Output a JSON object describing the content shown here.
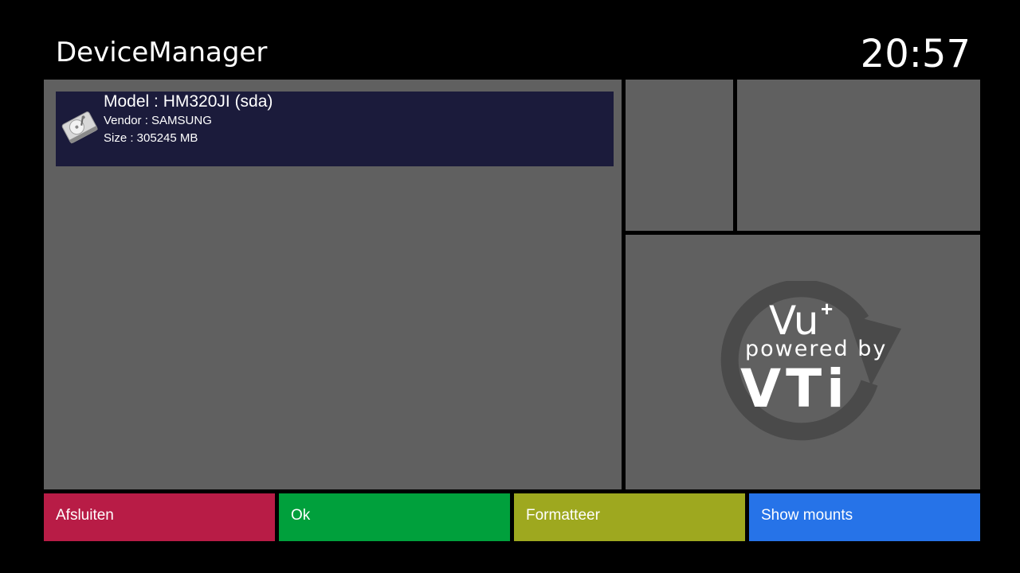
{
  "header": {
    "title": "DeviceManager",
    "clock": "20:57"
  },
  "devices": [
    {
      "icon": "hard-drive-icon",
      "model": "Model : HM320JI (sda)",
      "vendor": "Vendor : SAMSUNG",
      "size": "Size : 305245 MB"
    }
  ],
  "logo": {
    "brand": "Vu",
    "plus": "+",
    "powered_by": "powered by",
    "vti": "VTi"
  },
  "buttons": {
    "red": "Afsluiten",
    "green": "Ok",
    "yellow": "Formatteer",
    "blue": "Show mounts"
  },
  "colors": {
    "background": "#000000",
    "panel": "#606060",
    "selected_row": "#1b1b3b",
    "red": "#b81c46",
    "green": "#00a03c",
    "yellow": "#9ea81f",
    "blue": "#2673e8"
  }
}
